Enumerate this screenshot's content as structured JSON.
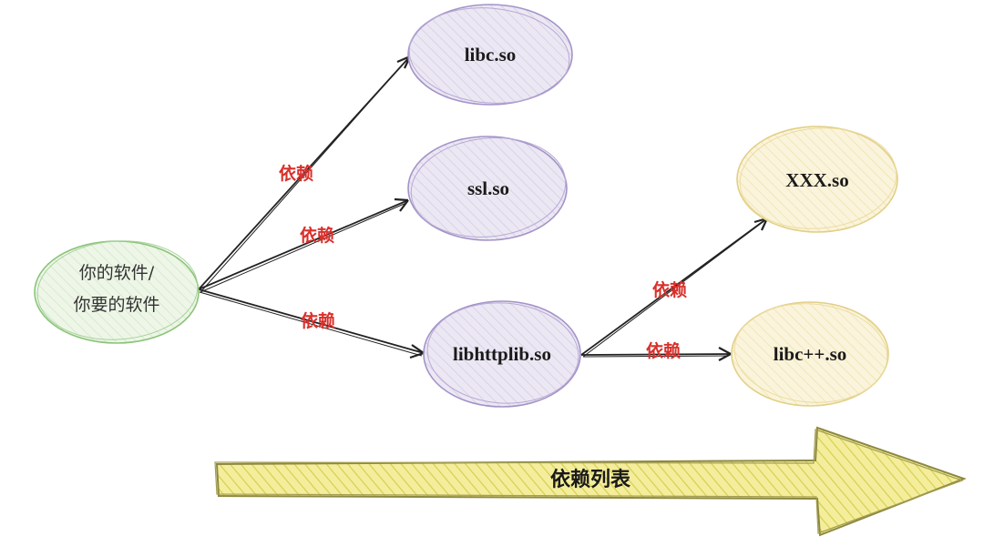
{
  "colors": {
    "source_fill": "#eef6e8",
    "source_stroke": "#8cc47a",
    "lib_fill": "#ece8f3",
    "lib_stroke": "#a493c8",
    "sub_fill": "#fbf4dc",
    "sub_stroke": "#e2cf86",
    "edge_label": "#d9302b",
    "banner_fill": "#f2ea8e",
    "banner_stroke": "#8d8840",
    "arrow": "#222222"
  },
  "nodes": {
    "source": {
      "line1": "你的软件/",
      "line2": "你要的软件"
    },
    "libc": "libc.so",
    "ssl": "ssl.so",
    "libhttplib": "libhttplib.so",
    "xxx": "XXX.so",
    "libcpp": "libc++.so"
  },
  "edges": {
    "to_libc": "依赖",
    "to_ssl": "依赖",
    "to_libhttplib": "依赖",
    "to_xxx": "依赖",
    "to_libcpp": "依赖"
  },
  "banner": {
    "label": "依赖列表"
  }
}
